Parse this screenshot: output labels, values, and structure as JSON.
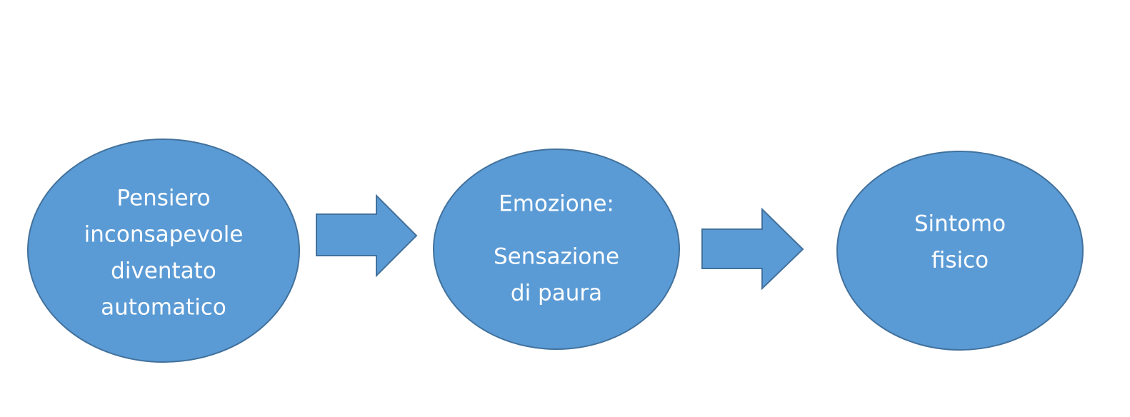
{
  "colors": {
    "shape_fill": "#5b9bd5",
    "shape_stroke": "#41719c",
    "text": "#ffffff",
    "background": "#ffffff"
  },
  "nodes": [
    {
      "lines": [
        "Pensiero",
        "inconsapevole",
        "diventato",
        "automatico"
      ]
    },
    {
      "lines": [
        "Emozione:",
        "Sensazione",
        "di paura"
      ]
    },
    {
      "lines": [
        "Sintomo",
        "fisico"
      ]
    }
  ],
  "edges": [
    {
      "from": 0,
      "to": 1
    },
    {
      "from": 1,
      "to": 2
    }
  ]
}
